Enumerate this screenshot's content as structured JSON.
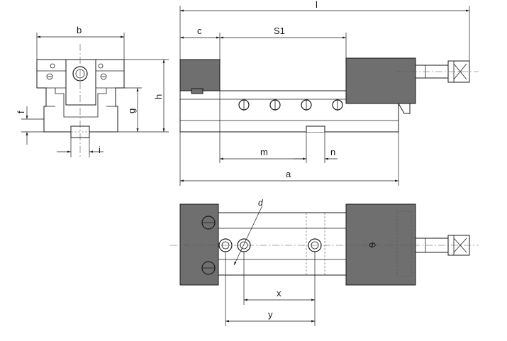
{
  "dimensions": {
    "l": "l",
    "b": "b",
    "c": "c",
    "S1": "S1",
    "h": "h",
    "g": "g",
    "f": "f",
    "i": "i",
    "m": "m",
    "n": "n",
    "a": "a",
    "d": "d",
    "x": "x",
    "y": "y"
  }
}
